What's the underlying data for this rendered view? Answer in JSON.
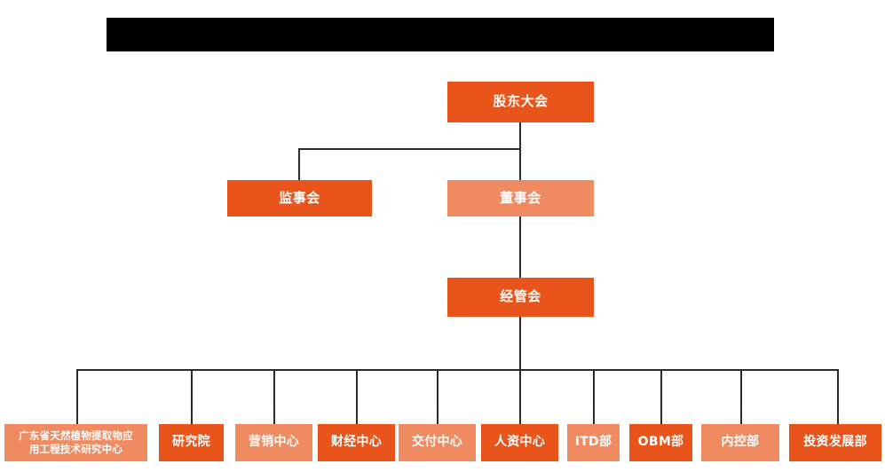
{
  "page": {
    "title_bar": {
      "name": "redacted-title-bar",
      "text": ""
    },
    "background_color": "#FFFFFF"
  },
  "theme": {
    "accent_dark": "#E8541A",
    "accent_light": "#F08A60",
    "connector_color": "#2B2B2B",
    "node_text_color": "#FFFFFF",
    "redaction_color": "#000000"
  },
  "chart_data": {
    "type": "diagram",
    "diagram_type": "organization-chart",
    "orientation": "top-down",
    "levels": [
      {
        "level": 1,
        "nodes": [
          {
            "id": "shareholders",
            "label": "股东大会",
            "tone": "dark"
          }
        ]
      },
      {
        "level": 2,
        "nodes": [
          {
            "id": "supervisors",
            "label": "监事会",
            "tone": "dark"
          },
          {
            "id": "directors",
            "label": "董事会",
            "tone": "light"
          }
        ]
      },
      {
        "level": 3,
        "nodes": [
          {
            "id": "management",
            "label": "经管会",
            "tone": "dark"
          }
        ]
      },
      {
        "level": 4,
        "nodes": [
          {
            "id": "dept1",
            "label": "广东省天然植物提取物应\n用工程技术研究中心",
            "tone": "light"
          },
          {
            "id": "dept2",
            "label": "研究院",
            "tone": "dark"
          },
          {
            "id": "dept3",
            "label": "营销中心",
            "tone": "light"
          },
          {
            "id": "dept4",
            "label": "财经中心",
            "tone": "dark"
          },
          {
            "id": "dept5",
            "label": "交付中心",
            "tone": "light"
          },
          {
            "id": "dept6",
            "label": "人资中心",
            "tone": "dark"
          },
          {
            "id": "dept7",
            "label": "ITD部",
            "tone": "light"
          },
          {
            "id": "dept8",
            "label": "OBM部",
            "tone": "dark"
          },
          {
            "id": "dept9",
            "label": "内控部",
            "tone": "light"
          },
          {
            "id": "dept10",
            "label": "投资发展部",
            "tone": "dark"
          }
        ]
      }
    ],
    "edges": [
      {
        "from": "shareholders",
        "to": "supervisors"
      },
      {
        "from": "shareholders",
        "to": "directors"
      },
      {
        "from": "directors",
        "to": "management"
      },
      {
        "from": "management",
        "to": "dept1"
      },
      {
        "from": "management",
        "to": "dept2"
      },
      {
        "from": "management",
        "to": "dept3"
      },
      {
        "from": "management",
        "to": "dept4"
      },
      {
        "from": "management",
        "to": "dept5"
      },
      {
        "from": "management",
        "to": "dept6"
      },
      {
        "from": "management",
        "to": "dept7"
      },
      {
        "from": "management",
        "to": "dept8"
      },
      {
        "from": "management",
        "to": "dept9"
      },
      {
        "from": "management",
        "to": "dept10"
      }
    ]
  },
  "nodes": {
    "shareholders": {
      "label": "股东大会"
    },
    "supervisors": {
      "label": "监事会"
    },
    "directors": {
      "label": "董事会"
    },
    "management": {
      "label": "经管会"
    },
    "dept1_line1": "广东省天然植物提取物应",
    "dept1_line2": "用工程技术研究中心",
    "dept2": {
      "label": "研究院"
    },
    "dept3": {
      "label": "营销中心"
    },
    "dept4": {
      "label": "财经中心"
    },
    "dept5": {
      "label": "交付中心"
    },
    "dept6": {
      "label": "人资中心"
    },
    "dept7": {
      "label": "ITD部"
    },
    "dept8": {
      "label": "OBM部"
    },
    "dept9": {
      "label": "内控部"
    },
    "dept10": {
      "label": "投资发展部"
    }
  }
}
